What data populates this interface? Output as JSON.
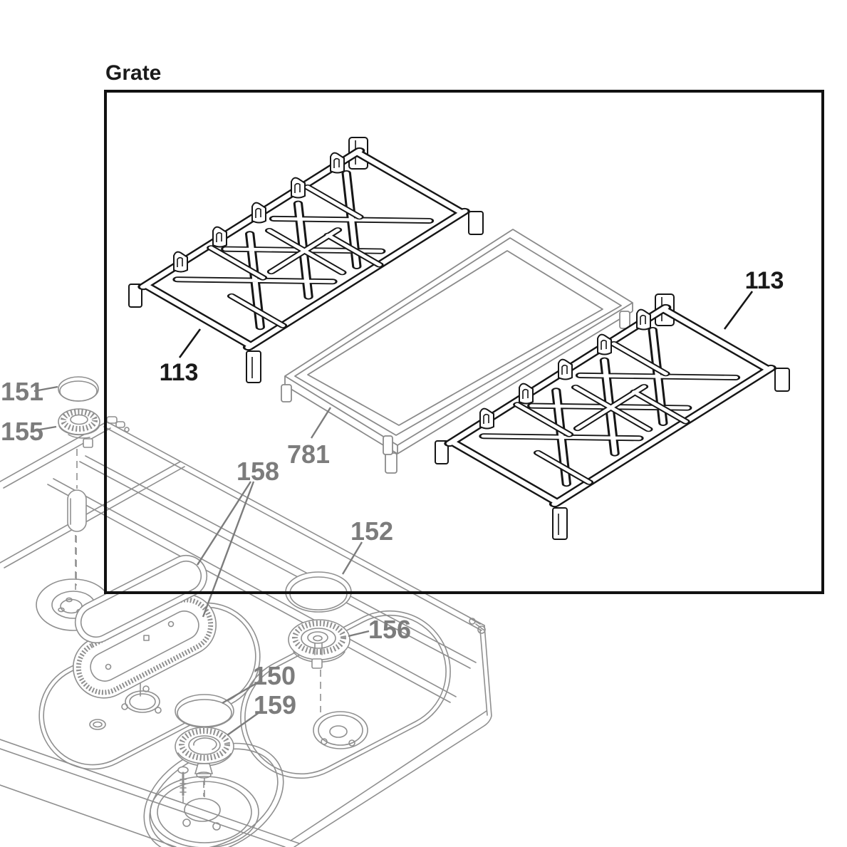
{
  "title": "Grate",
  "labels": {
    "l113_left": "113",
    "l113_right": "113",
    "l781": "781",
    "l158": "158",
    "l152": "152",
    "l151": "151",
    "l155": "155",
    "l156": "156",
    "l150": "150",
    "l159": "159"
  },
  "colors": {
    "ink": "#1a1a1a",
    "label_gray": "#7c7c7c",
    "line_gray": "#8f8f8f"
  }
}
